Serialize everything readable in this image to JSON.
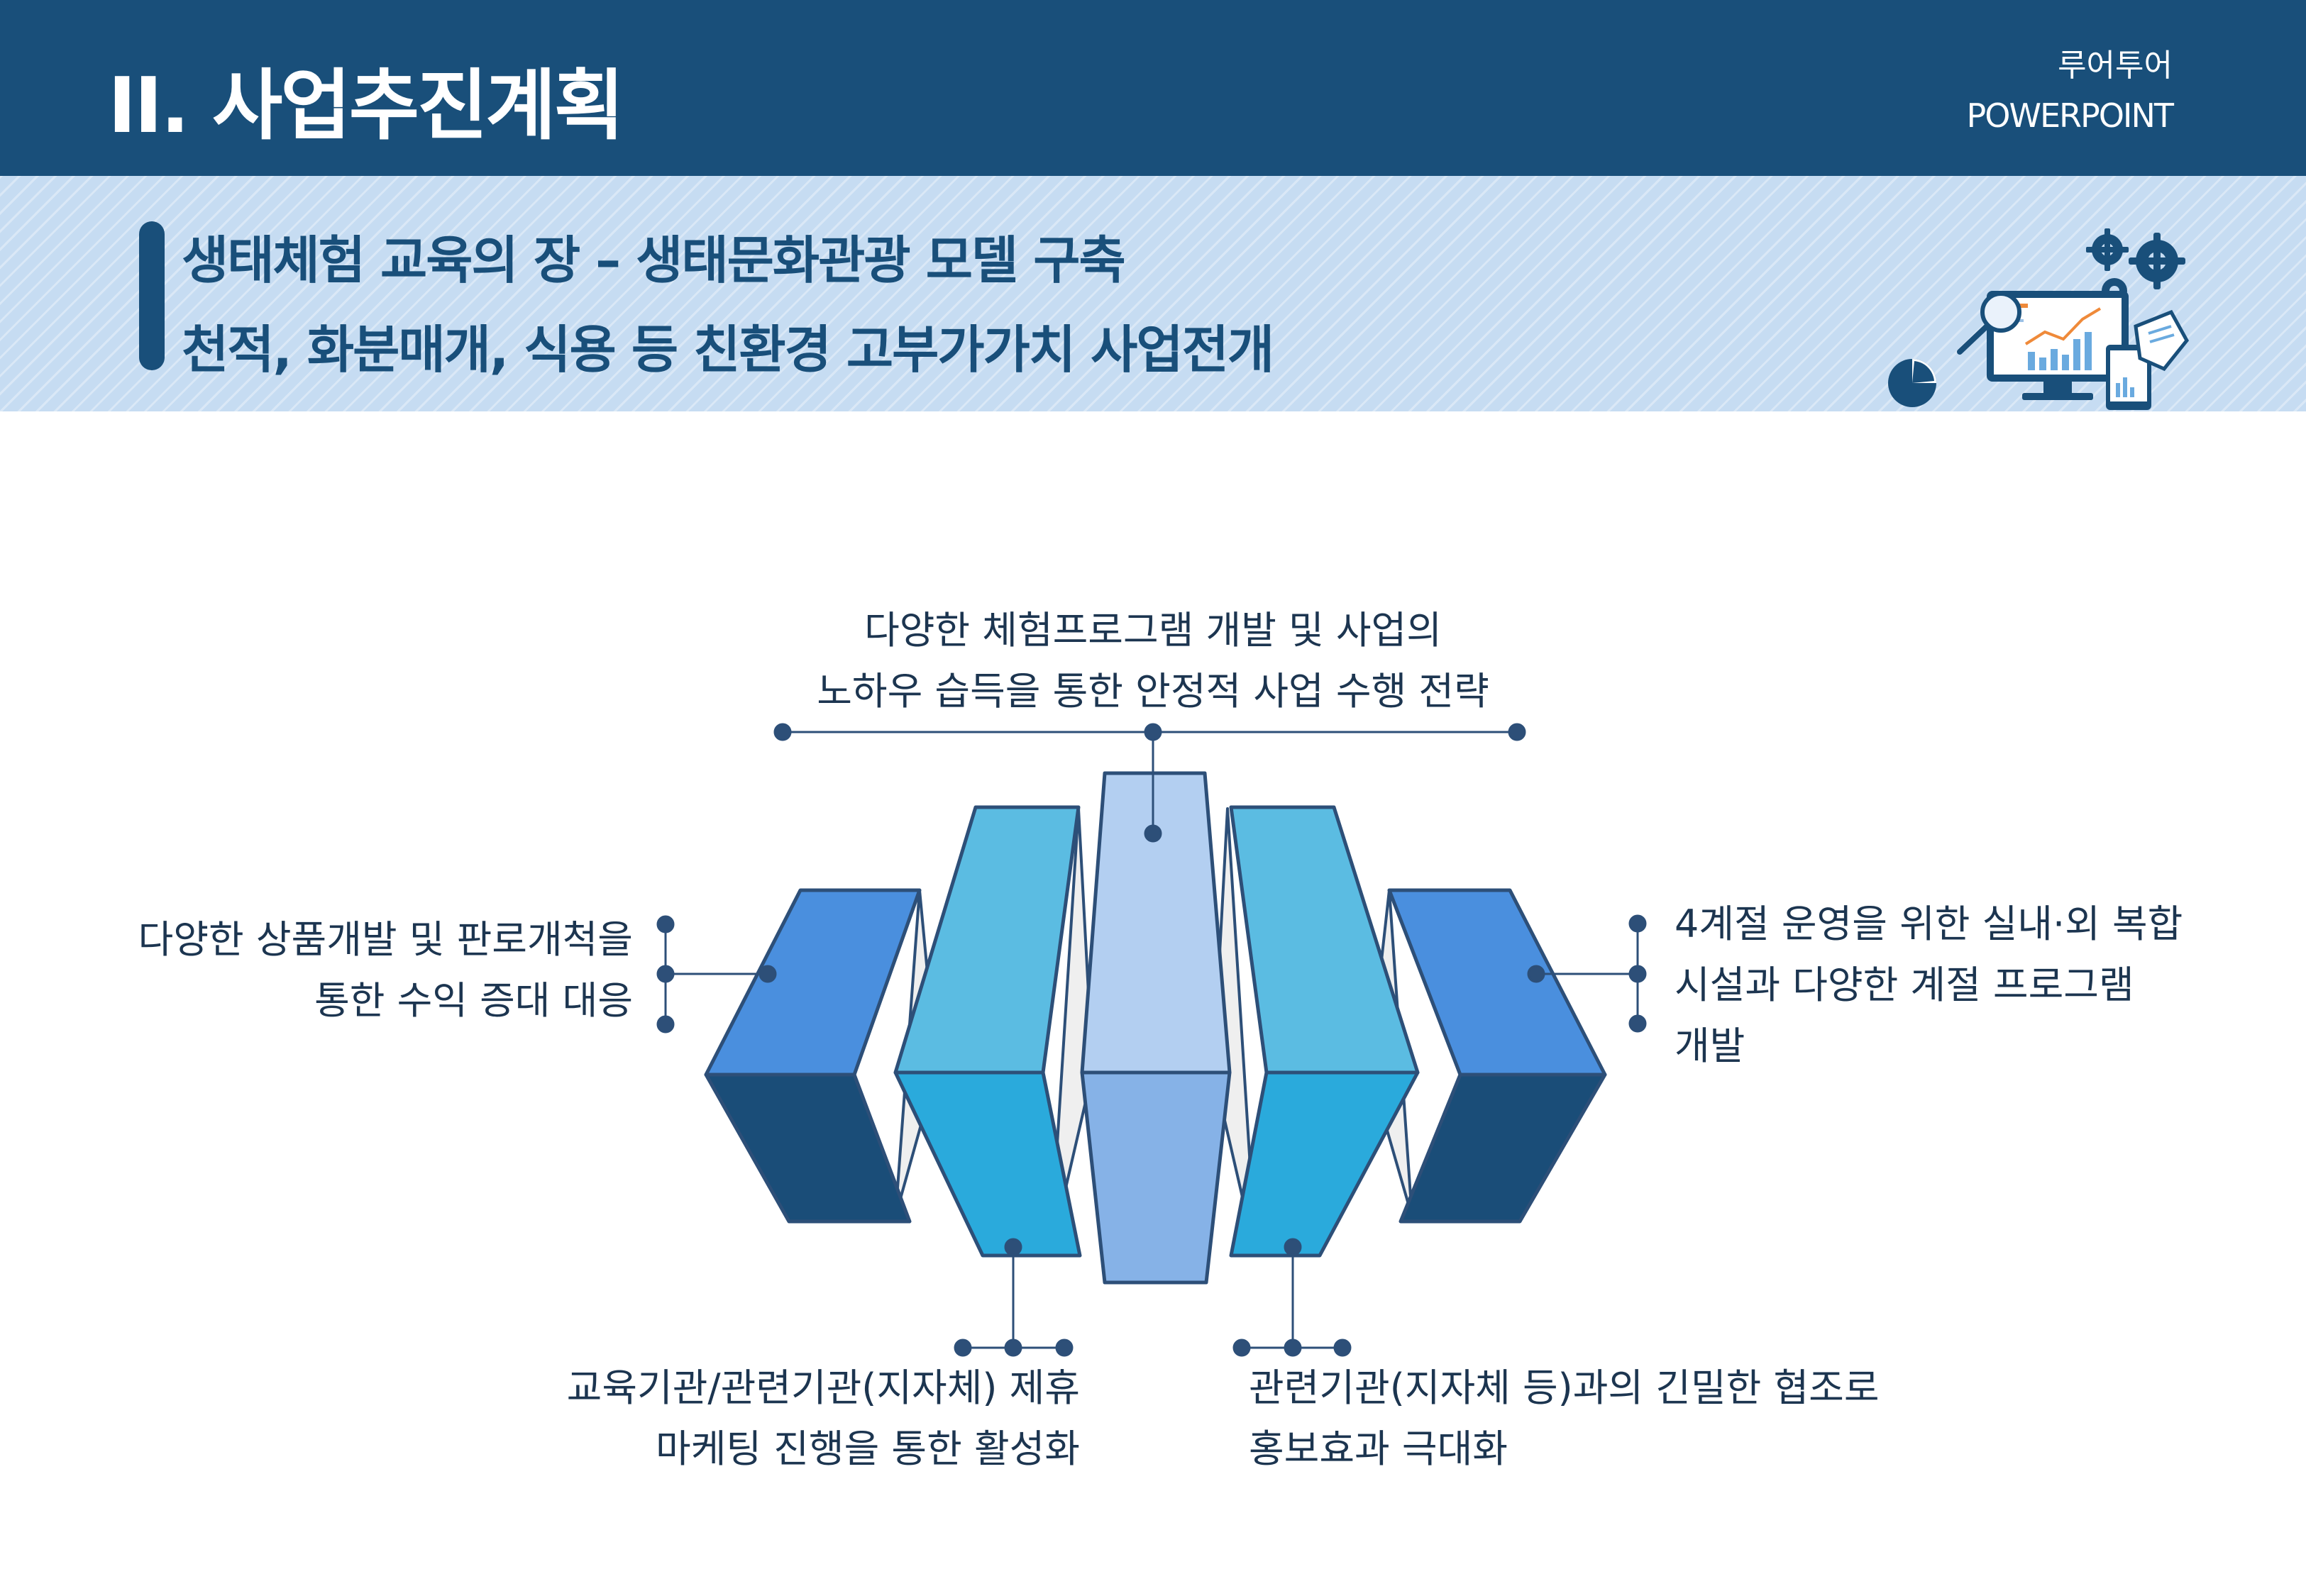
{
  "header": {
    "title": "II. 사업추진계획",
    "brand_name": "루어투어",
    "brand_sub": "POWERPOINT"
  },
  "subheader": {
    "line1": "생태체험 교육의 장 – 생태문화관광 모델 구축",
    "line2": "천적, 화분매개, 식용 등 친환경 고부가가치 사업전개"
  },
  "colors": {
    "header_bg": "#194f7a",
    "subheader_bg": "#c6dcf2",
    "block_blue": "#4a8fde",
    "block_navy": "#1a4d78",
    "block_cyan_light": "#5bbce2",
    "block_cyan": "#2aaadc",
    "block_center_light": "#b3cff1",
    "block_center_mid": "#86b2e7",
    "connector": "#2d4f78"
  },
  "icons": [
    "gear-icon",
    "magnifier-icon",
    "monitor-chart-icon",
    "pie-chart-icon",
    "tablet-icon",
    "document-icon"
  ],
  "annotations": {
    "top": [
      "다양한 체험프로그램 개발 및 사업의",
      "노하우 습득을 통한 안정적 사업 수행 전략"
    ],
    "left": [
      "다양한 상품개발 및 판로개척을",
      "통한 수익 증대 대응"
    ],
    "right": [
      "4계절 운영을 위한 실내·외 복합",
      "시설과 다양한 계절 프로그램",
      "개발"
    ],
    "bottom_left": [
      "교육기관/관련기관(지자체) 제휴",
      "마케팅 진행을 통한 활성화"
    ],
    "bottom_right": [
      "관련기관(지자체 등)과의 긴밀한 협조로",
      "홍보효과 극대화"
    ]
  }
}
